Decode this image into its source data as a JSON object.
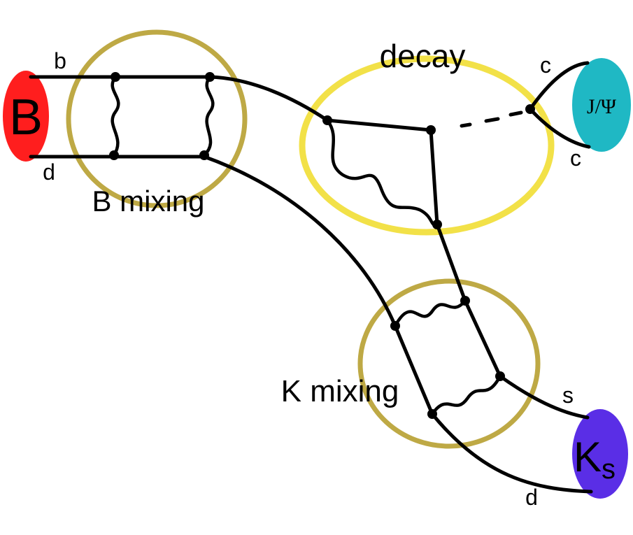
{
  "particles": {
    "b_meson": {
      "label": "B",
      "color": "#ff1e1e"
    },
    "jpsi": {
      "label": "J/Ψ",
      "color": "#1fb8c4"
    },
    "ks": {
      "label": "K",
      "subscript": "s",
      "color": "#5a2ee6"
    }
  },
  "quarks": {
    "b_top": "b",
    "d_bottom": "d",
    "c_top": "c",
    "c_bottom": "c",
    "s_out": "s",
    "d_out": "d"
  },
  "regions": {
    "b_mixing": {
      "label": "B mixing",
      "color": "#b39a24"
    },
    "decay": {
      "label": "decay",
      "color": "#f0dc28"
    },
    "k_mixing": {
      "label": "K mixing",
      "color": "#b39a24"
    }
  },
  "colors": {
    "line": "#000000",
    "text": "#000000"
  }
}
